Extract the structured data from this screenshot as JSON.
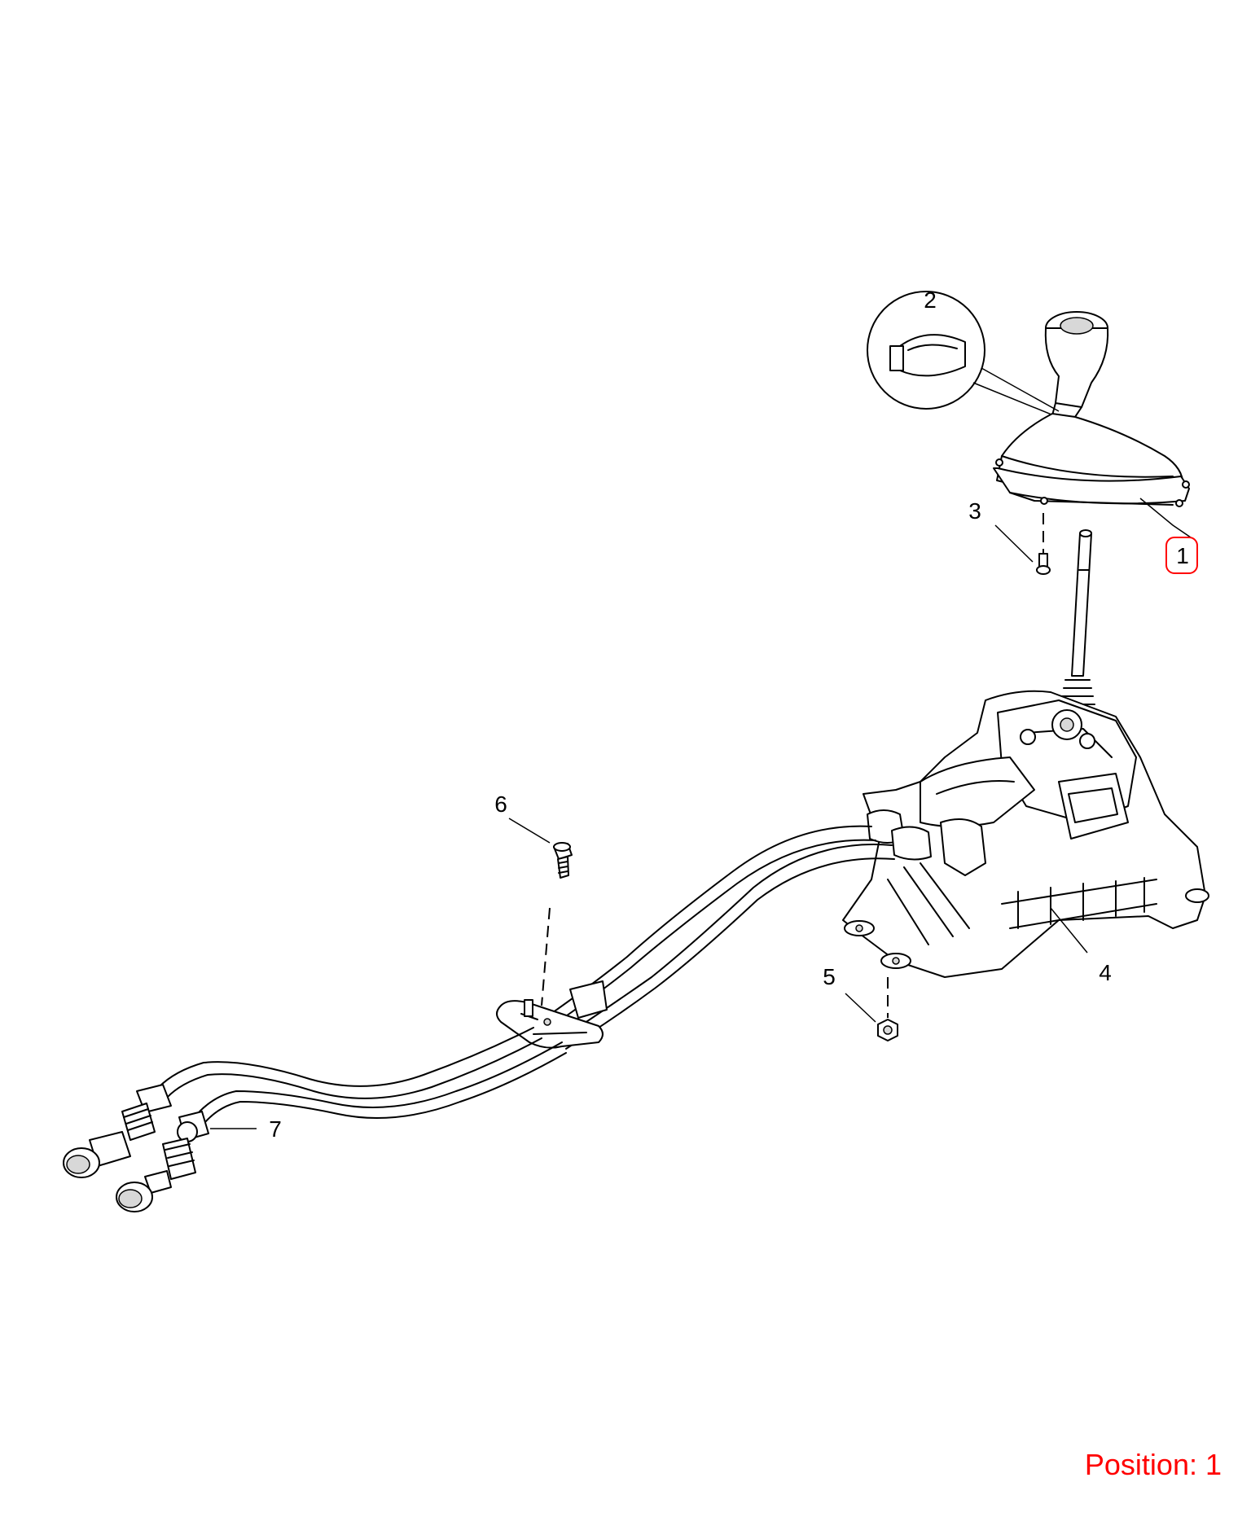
{
  "callouts": [
    {
      "id": "1",
      "label": "1",
      "highlighted": true
    },
    {
      "id": "2",
      "label": "2",
      "highlighted": false
    },
    {
      "id": "3",
      "label": "3",
      "highlighted": false
    },
    {
      "id": "4",
      "label": "4",
      "highlighted": false
    },
    {
      "id": "5",
      "label": "5",
      "highlighted": false
    },
    {
      "id": "6",
      "label": "6",
      "highlighted": false
    },
    {
      "id": "7",
      "label": "7",
      "highlighted": false
    }
  ],
  "position_label": "Position: 1",
  "colors": {
    "highlight": "#ff0000",
    "line": "#000000",
    "background": "#ffffff"
  }
}
